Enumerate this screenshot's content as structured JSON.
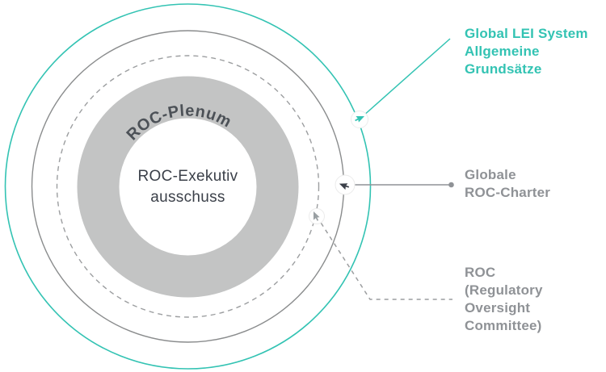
{
  "diagram": {
    "plenum_label": "ROC-Plenum",
    "exekutiv_line1": "ROC-Exekutiv",
    "exekutiv_line2": "ausschuss"
  },
  "legend": {
    "global_lei": {
      "lines": [
        "Global LEI System",
        "Allgemeine",
        "Grundsätze"
      ]
    },
    "roc_charter": {
      "lines": [
        "Globale",
        "ROC-Charter"
      ]
    },
    "roc": {
      "lines": [
        "ROC",
        "(Regulatory",
        "Oversight",
        "Committee)"
      ]
    }
  },
  "icons": {
    "marker_global_lei": "cursor-icon",
    "marker_roc_charter": "cursor-icon",
    "marker_roc": "cursor-icon"
  },
  "colors": {
    "teal_accent": "#33c3b3",
    "gray_stroke": "#8a8c8d",
    "gray_dashed": "#9c9ea0",
    "gray_fill": "#c3c4c4",
    "gray_text": "#8f9296",
    "dark_text": "#3b4049"
  }
}
